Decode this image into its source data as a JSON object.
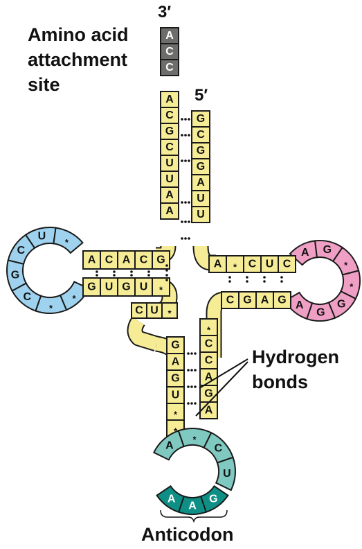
{
  "colors": {
    "stem": "#f6ec96",
    "accept": "#6d6d6b",
    "dloop": "#9ed2ee",
    "tloop": "#ef9fc3",
    "anti_loop": "#7fc9c1",
    "anticodon": "#0e8f85",
    "outline": "#1a1a1a"
  },
  "labels": {
    "three_prime": "3′",
    "five_prime": "5′",
    "attach_1": "Amino acid",
    "attach_2": "attachment",
    "attach_3": "site",
    "hbond_1": "Hydrogen",
    "hbond_2": "bonds",
    "anticodon": "Anticodon"
  },
  "acceptor_tail": [
    "A",
    "C",
    "C"
  ],
  "strand_3prime": [
    "A",
    "C",
    "G",
    "C",
    "U",
    "U",
    "A",
    "A"
  ],
  "strand_5prime": [
    "G",
    "C",
    "G",
    "G",
    "A",
    "U",
    "U"
  ],
  "dstem_top": [
    "A",
    "C",
    "A",
    "C",
    "G"
  ],
  "dstem_bottom": [
    "G",
    "U",
    "G",
    "U",
    "*"
  ],
  "dloop_bases": [
    "*",
    "U",
    "C",
    "G",
    "C",
    "*",
    "*"
  ],
  "tstem_top": [
    "A",
    "*",
    "C",
    "U",
    "C"
  ],
  "tstem_bottom": [
    "C",
    "G",
    "A",
    "G"
  ],
  "tloop_bases": [
    "A",
    "G",
    "*",
    "*",
    "G",
    "G",
    "A"
  ],
  "variable_bases": [
    "C",
    "U",
    "*"
  ],
  "astem_left": [
    "G",
    "A",
    "G",
    "U",
    "*",
    "*"
  ],
  "astem_right": [
    "*",
    "C",
    "C",
    "A",
    "G",
    "A"
  ],
  "anti_loop_bases": [
    "A",
    "*",
    "C",
    "U"
  ],
  "anticodon_bases": [
    "A",
    "A",
    "G"
  ]
}
